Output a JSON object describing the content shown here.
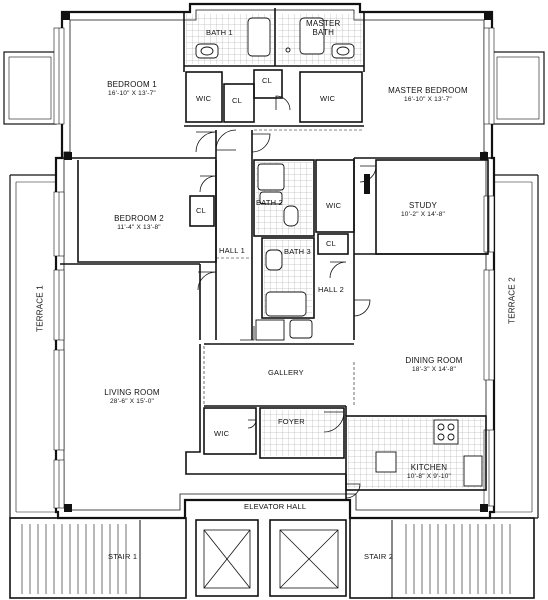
{
  "rooms": {
    "bath1": "BATH 1",
    "master_bath": [
      "MASTER",
      "BATH"
    ],
    "bedroom1": {
      "name": "BEDROOM 1",
      "dims": "16'-10\" X 13'-7\""
    },
    "master_bedroom": {
      "name": "MASTER BEDROOM",
      "dims": "16'-10\" X 13'-7\""
    },
    "wic": "WIC",
    "cl": "CL",
    "bedroom2": {
      "name": "BEDROOM 2",
      "dims": "11'-4\" X 13'-8\""
    },
    "bath2": "BATH 2",
    "study": {
      "name": "STUDY",
      "dims": "10'-2\" X 14'-8\""
    },
    "hall1": "HALL 1",
    "bath3": "BATH 3",
    "hall2": "HALL 2",
    "terrace1": "TERRACE 1",
    "terrace2": "TERRACE 2",
    "gallery": "GALLERY",
    "dining_room": {
      "name": "DINING ROOM",
      "dims": "18'-3\" X 14'-8\""
    },
    "living_room": {
      "name": "LIVING ROOM",
      "dims": "28'-6\" X 15'-0\""
    },
    "foyer": "FOYER",
    "kitchen": {
      "name": "KITCHEN",
      "dims": "10'-8\" X 9'-10\""
    },
    "elevator_hall": "ELEVATOR HALL",
    "stair1": "STAIR 1",
    "stair2": "STAIR 2"
  },
  "colors": {
    "line": "#111111",
    "tile": "#9a9a9a",
    "background": "#ffffff"
  }
}
